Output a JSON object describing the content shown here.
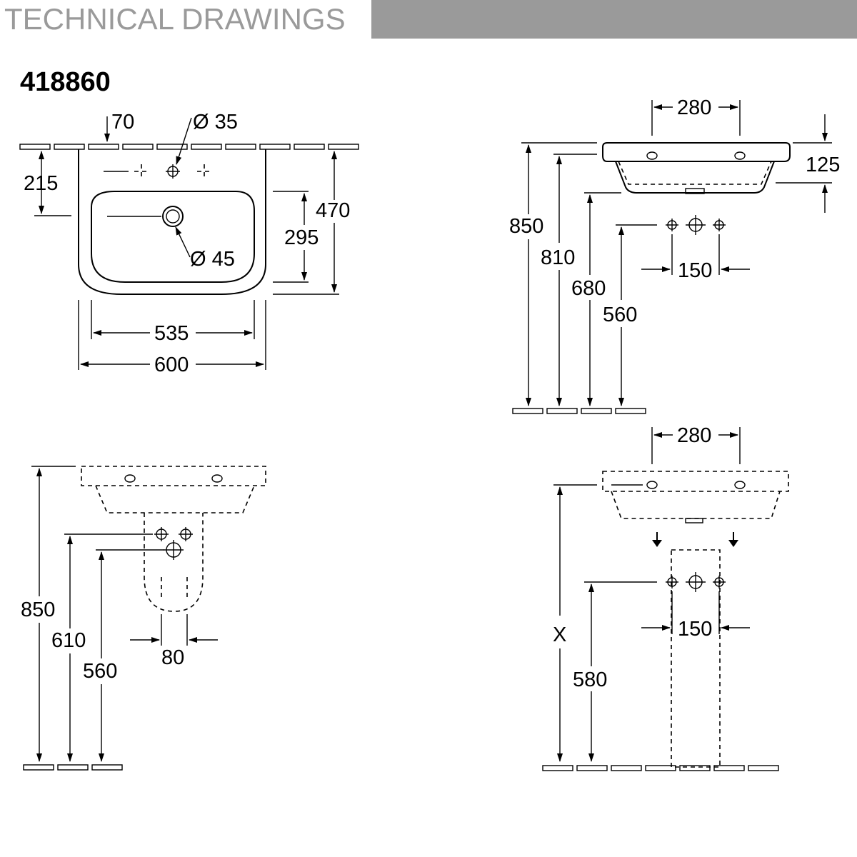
{
  "header": {
    "title": "TECHNICAL DRAWINGS"
  },
  "model": {
    "number": "418860"
  },
  "top_view": {
    "dim_tap_offset": "70",
    "dim_tap_hole": "Ø 35",
    "dim_waste_hole": "Ø 45",
    "dim_tap_depth": "215",
    "dim_bowl_depth": "295",
    "dim_overall_depth": "470",
    "dim_bowl_width": "535",
    "dim_overall_width": "600"
  },
  "side_view_wall": {
    "dim_hole_spacing": "280",
    "dim_rim_height": "125",
    "dim_top_height": "850",
    "dim_bowl_height": "810",
    "dim_bottom_height": "680",
    "dim_supply_height": "560",
    "dim_supply_spacing": "150"
  },
  "side_view_half_pedestal": {
    "dim_top_height": "850",
    "dim_waste_height": "610",
    "dim_supply_height": "560",
    "dim_pedestal_width": "80"
  },
  "side_view_full_pedestal": {
    "dim_hole_spacing": "280",
    "dim_supply_spacing": "150",
    "dim_variable_height": "X",
    "dim_supply_height": "580"
  }
}
